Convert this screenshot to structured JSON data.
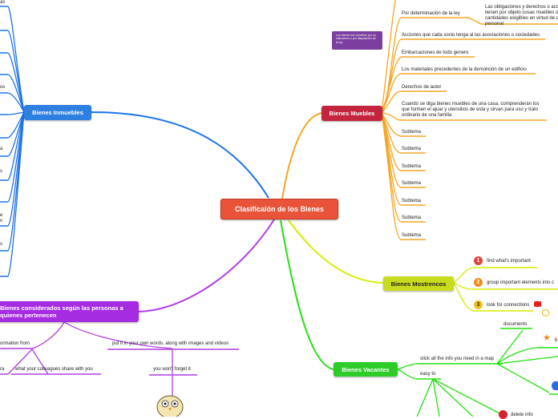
{
  "central": {
    "title": "Clasificaión de los Bienes"
  },
  "muebles": {
    "title": "Bienes Muebles",
    "note": "Los bienes son muebles por su naturaleza o por disposición de la ley",
    "items": [
      "Por determinación de la ley",
      "Acciones que cada socio tenga al las asociaciones o sociedades",
      "Embarcaciones de todo genero",
      "Los materiales precedentes de la demolición de un edificio",
      "Derechos de autor",
      "Cuando se diga bienes muebles de una casa, comprenderán los que formen el ajuar y utensilios de esta y sirvan para uso y trato ordinario de una familia",
      "Subtema",
      "Subtema",
      "Subtema",
      "Subtema",
      "Subtema",
      "Subtema",
      "Subtema"
    ],
    "subitem": "Las obligaciones y derechos o acciones que tienen por objeto cosas muebles o cantidades exigibles en virtud de acción personal"
  },
  "inmuebles": {
    "title": "Bienes Inmuebles",
    "cut_labels": [
      "as",
      "os",
      "a",
      "s",
      "e",
      "n",
      "s"
    ]
  },
  "mostrencos": {
    "title": "Bienes Mostrencos",
    "items": [
      {
        "num": "1",
        "text": "find what's important"
      },
      {
        "num": "2",
        "text": "group important elements into c"
      },
      {
        "num": "3",
        "text": "look for connections"
      }
    ]
  },
  "vacantes": {
    "title": "Bienes Vacantes",
    "items": [
      "stick all the info you need in a map",
      "easy to"
    ],
    "subitems": [
      "documents",
      "delete info",
      "b"
    ]
  },
  "personas": {
    "title": "Bienes considerados según las personas a quienes pertenecen",
    "items": [
      "ormation from",
      "put it in your own words, along with images and videos"
    ],
    "subitems": [
      "ra",
      "what your colleagues share with you",
      "you won't forget it"
    ]
  },
  "colors": {
    "central": "#e8533a",
    "muebles": "#c2253d",
    "inmuebles": "#2d7fe0",
    "mostrencos": "#c8dc1e",
    "vacantes": "#2ecc28",
    "personas": "#a52ce0"
  }
}
